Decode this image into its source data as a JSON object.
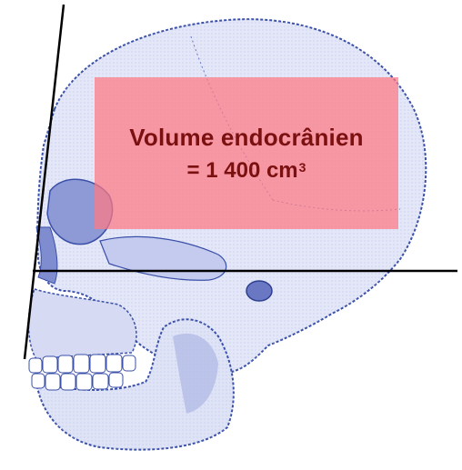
{
  "label": {
    "line1": "Volume endocrânien",
    "line2": "= 1 400 cm",
    "superscript": "3"
  },
  "colors": {
    "skull_outline": "#3a4fa8",
    "skull_fill": "#dfe3f6",
    "skull_shadow": "#9aa6dc",
    "label_box": "#ff7882",
    "label_text": "#7a1010",
    "lines": "#000000"
  },
  "icons": {
    "skull": "skull-illustration"
  }
}
